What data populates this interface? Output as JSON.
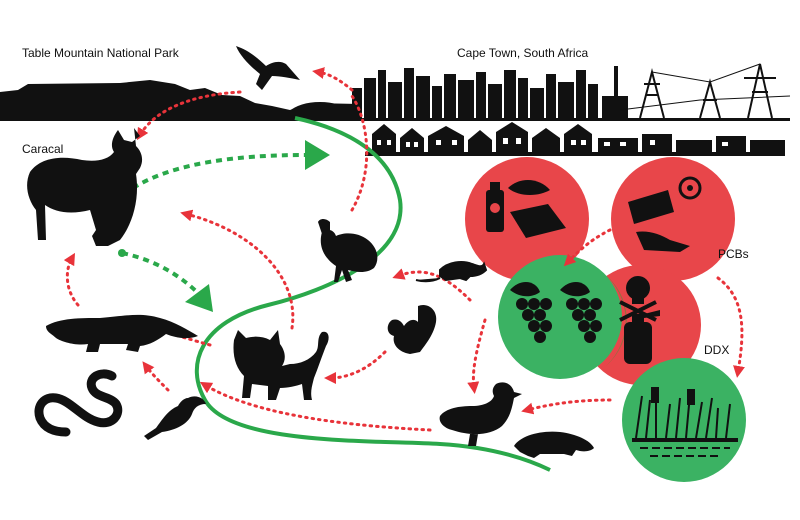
{
  "labels": {
    "park": "Table Mountain National Park",
    "city": "Cape Town, South Africa",
    "caracal": "Caracal",
    "pcbs": "PCBs",
    "ddx": "DDX"
  },
  "colors": {
    "silhouette": "#111111",
    "contaminant_circle": "#e8464a",
    "vegetation_circle": "#3bb263",
    "urban_edge_line": "#2aa84a",
    "caracal_arrow": "#2aa84a",
    "food_web_arrow": "#e8333a"
  },
  "icons": [
    "eagle-icon",
    "caracal-icon",
    "mongoose-icon",
    "snake-icon",
    "dove-icon",
    "cat-icon",
    "guineafowl-icon",
    "squirrel-icon",
    "rat-icon",
    "duck-icon",
    "mole-rat-icon",
    "poison-bottle-icon",
    "rodent-bait-icon",
    "biohazard-barrel-icon",
    "skull-crossbones-icon",
    "spray-bottle-icon",
    "grapes-icon",
    "wetland-reeds-icon"
  ]
}
